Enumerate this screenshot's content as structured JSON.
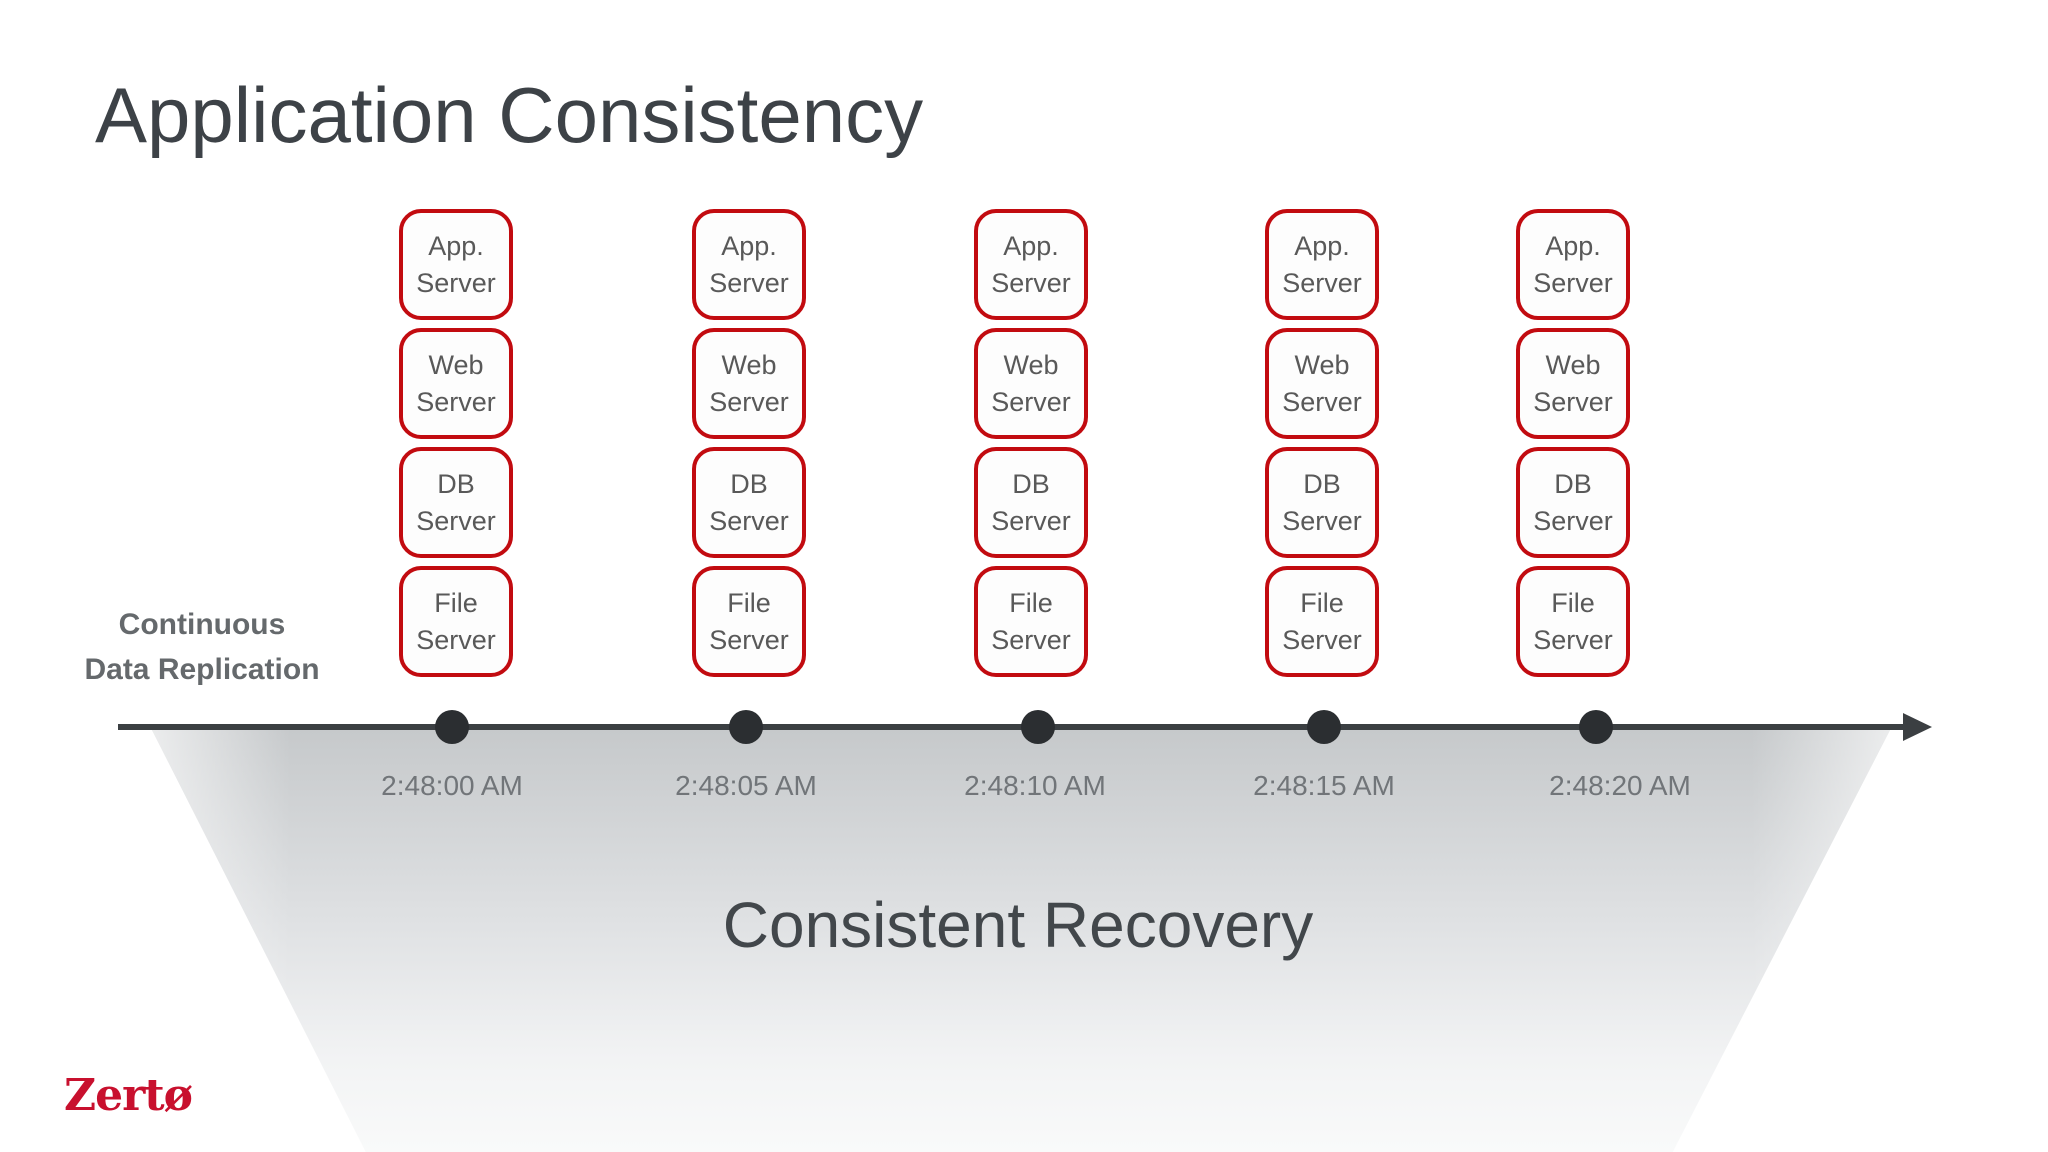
{
  "slide": {
    "title": "Application Consistency",
    "logo_text": "Zertø"
  },
  "replication": {
    "label_line1": "Continuous",
    "label_line2": "Data Replication"
  },
  "columns": [
    {
      "servers": [
        "App. Server",
        "Web Server",
        "DB Server",
        "File Server"
      ]
    },
    {
      "servers": [
        "App. Server",
        "Web Server",
        "DB Server",
        "File Server"
      ]
    },
    {
      "servers": [
        "App. Server",
        "Web Server",
        "DB Server",
        "File Server"
      ]
    },
    {
      "servers": [
        "App. Server",
        "Web Server",
        "DB Server",
        "File Server"
      ]
    },
    {
      "servers": [
        "App. Server",
        "Web Server",
        "DB Server",
        "File Server"
      ]
    }
  ],
  "timeline": {
    "points": [
      {
        "time": "2:48:00 AM"
      },
      {
        "time": "2:48:05 AM"
      },
      {
        "time": "2:48:10 AM"
      },
      {
        "time": "2:48:15 AM"
      },
      {
        "time": "2:48:20 AM"
      }
    ]
  },
  "funnel": {
    "label": "Consistent Recovery"
  },
  "colors": {
    "box_border": "#c20b10",
    "box_text": "#595959",
    "title_text": "#3d4247",
    "label_text": "#65696c",
    "timestamp_text": "#717579",
    "funnel_text": "#42474b",
    "funnel_top": "#c6c9cb",
    "funnel_bottom": "#f9fafa",
    "timeline": "#3b3f42",
    "dot": "#2b2e31",
    "logo_red": "#c8102e"
  }
}
